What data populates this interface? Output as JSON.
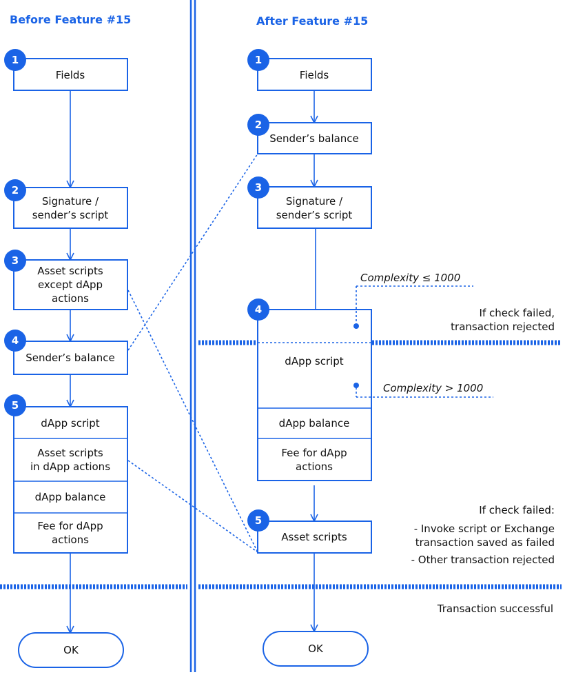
{
  "titles": {
    "before": "Before Feature #15",
    "after": "After Feature #15"
  },
  "before": {
    "step1": {
      "num": "1",
      "label": "Fields"
    },
    "step2": {
      "num": "2",
      "line1": "Signature /",
      "line2": "sender’s script"
    },
    "step3": {
      "num": "3",
      "line1": "Asset scripts",
      "line2": "except dApp",
      "line3": "actions"
    },
    "step4": {
      "num": "4",
      "label": "Sender’s balance"
    },
    "step5": {
      "num": "5",
      "dapp_script": "dApp script",
      "asset_line1": "Asset scripts",
      "asset_line2": "in dApp actions",
      "dapp_balance": "dApp balance",
      "fee_line1": "Fee for dApp",
      "fee_line2": "actions"
    },
    "ok": "OK"
  },
  "after": {
    "step1": {
      "num": "1",
      "label": "Fields"
    },
    "step2": {
      "num": "2",
      "label": "Sender’s balance"
    },
    "step3": {
      "num": "3",
      "line1": "Signature /",
      "line2": "sender’s script"
    },
    "step4": {
      "num": "4",
      "dapp_script": "dApp script",
      "dapp_balance": "dApp balance",
      "fee_line1": "Fee for dApp",
      "fee_line2": "actions"
    },
    "step5": {
      "num": "5",
      "label": "Asset scripts"
    },
    "ok": "OK"
  },
  "complexity": {
    "low": "Complexity ≤ 1000",
    "high": "Complexity > 1000"
  },
  "notes": {
    "rejected_line1": "If check failed,",
    "rejected_line2": "transaction rejected",
    "failed_title": "If check failed:",
    "failed_item1_line1": "- Invoke script or Exchange",
    "failed_item1_line2": "transaction saved as failed",
    "failed_item2": "- Other transaction rejected",
    "success": "Transaction successful"
  },
  "colors": {
    "accent": "#1a63e6",
    "text": "#111111",
    "background": "#ffffff"
  }
}
